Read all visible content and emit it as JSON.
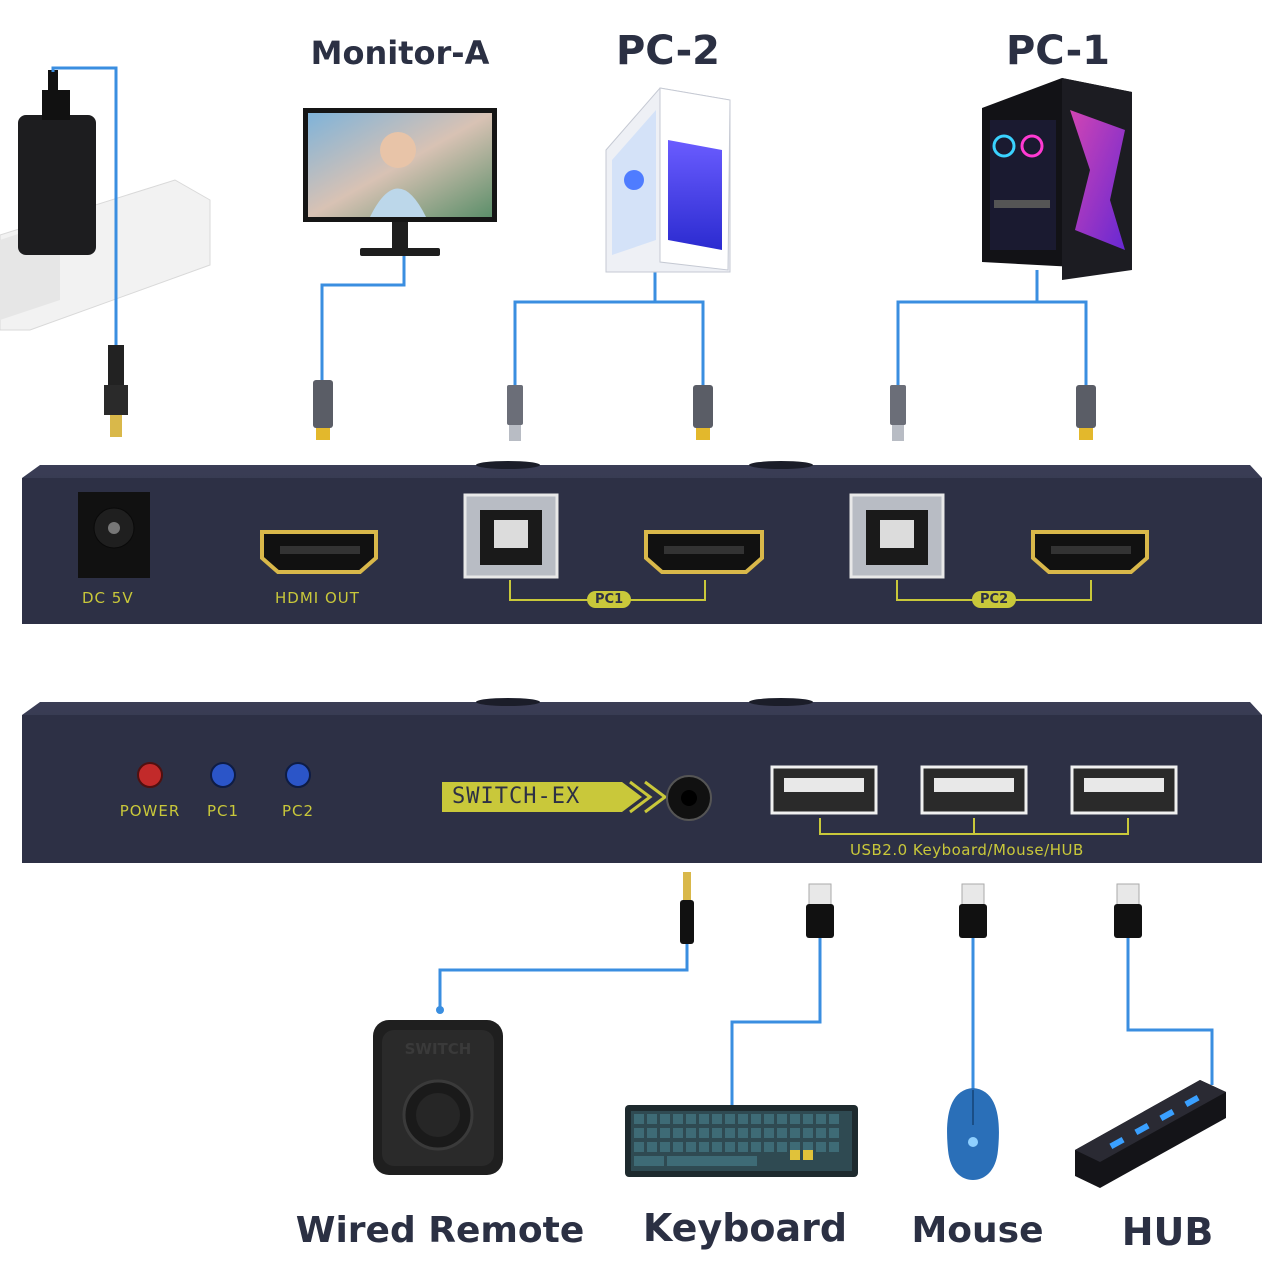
{
  "top_labels": {
    "monitor": "Monitor-A",
    "pc2": "PC-2",
    "pc1": "PC-1"
  },
  "rear_panel": {
    "dc_label": "DC 5V",
    "hdmi_out_label": "HDMI OUT",
    "pc1_tag": "PC1",
    "pc2_tag": "PC2"
  },
  "front_panel": {
    "led_labels": [
      "POWER",
      "PC1",
      "PC2"
    ],
    "switch_label": "SWITCH-EX",
    "usb_label": "USB2.0 Keyboard/Mouse/HUB"
  },
  "bottom_labels": {
    "remote": "Wired Remote",
    "keyboard": "Keyboard",
    "mouse": "Mouse",
    "hub": "HUB"
  },
  "remote_text": "SWITCH",
  "colors": {
    "cable": "#3a8ee0",
    "panel": "#2d3045",
    "accent": "#c9c83a",
    "title": "#2b3043"
  }
}
